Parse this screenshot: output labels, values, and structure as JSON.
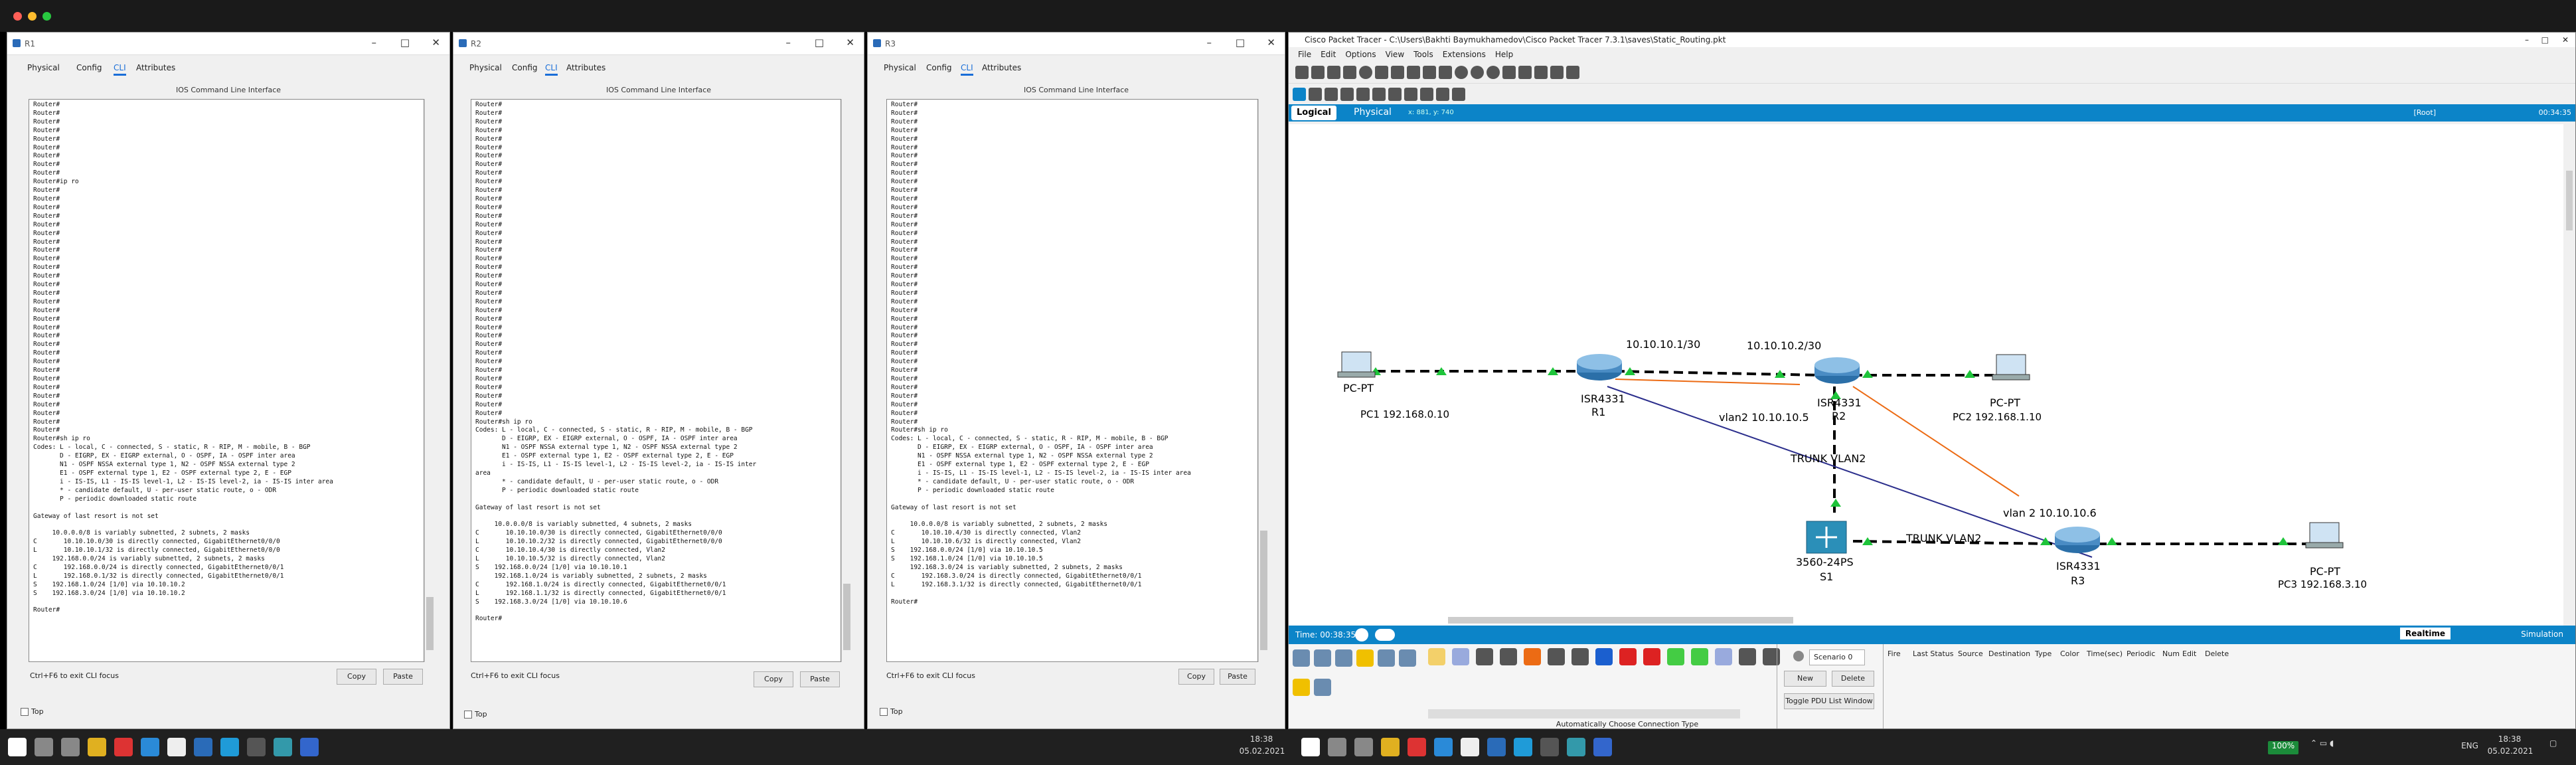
{
  "routers": [
    {
      "title": "R1",
      "tabs": [
        "Physical",
        "Config",
        "CLI",
        "Attributes"
      ],
      "cli_header": "IOS Command Line Interface",
      "cli_text": "Router#\nRouter#\nRouter#\nRouter#\nRouter#\nRouter#\nRouter#\nRouter#\nRouter#\nRouter#ip ro\nRouter#\nRouter#\nRouter#\nRouter#\nRouter#\nRouter#\nRouter#\nRouter#\nRouter#\nRouter#\nRouter#\nRouter#\nRouter#\nRouter#\nRouter#\nRouter#\nRouter#\nRouter#\nRouter#\nRouter#\nRouter#\nRouter#\nRouter#\nRouter#\nRouter#\nRouter#\nRouter#\nRouter#\nRouter#\nRouter#sh ip ro\nCodes: L - local, C - connected, S - static, R - RIP, M - mobile, B - BGP\n       D - EIGRP, EX - EIGRP external, O - OSPF, IA - OSPF inter area\n       N1 - OSPF NSSA external type 1, N2 - OSPF NSSA external type 2\n       E1 - OSPF external type 1, E2 - OSPF external type 2, E - EGP\n       i - IS-IS, L1 - IS-IS level-1, L2 - IS-IS level-2, ia - IS-IS inter area\n       * - candidate default, U - per-user static route, o - ODR\n       P - periodic downloaded static route\n\nGateway of last resort is not set\n\n     10.0.0.0/8 is variably subnetted, 2 subnets, 2 masks\nC       10.10.10.0/30 is directly connected, GigabitEthernet0/0/0\nL       10.10.10.1/32 is directly connected, GigabitEthernet0/0/0\n     192.168.0.0/24 is variably subnetted, 2 subnets, 2 masks\nC       192.168.0.0/24 is directly connected, GigabitEthernet0/0/1\nL       192.168.0.1/32 is directly connected, GigabitEthernet0/0/1\nS    192.168.1.0/24 [1/0] via 10.10.10.2\nS    192.168.3.0/24 [1/0] via 10.10.10.2\n\nRouter#",
      "hint": "Ctrl+F6 to exit CLI focus",
      "copy": "Copy",
      "paste": "Paste",
      "top": "Top"
    },
    {
      "title": "R2",
      "tabs": [
        "Physical",
        "Config",
        "CLI",
        "Attributes"
      ],
      "cli_header": "IOS Command Line Interface",
      "cli_text": "Router#\nRouter#\nRouter#\nRouter#\nRouter#\nRouter#\nRouter#\nRouter#\nRouter#\nRouter#\nRouter#\nRouter#\nRouter#\nRouter#\nRouter#\nRouter#\nRouter#\nRouter#\nRouter#\nRouter#\nRouter#\nRouter#\nRouter#\nRouter#\nRouter#\nRouter#\nRouter#\nRouter#\nRouter#\nRouter#\nRouter#\nRouter#\nRouter#\nRouter#\nRouter#\nRouter#\nRouter#\nRouter#sh ip ro\nCodes: L - local, C - connected, S - static, R - RIP, M - mobile, B - BGP\n       D - EIGRP, EX - EIGRP external, O - OSPF, IA - OSPF inter area\n       N1 - OSPF NSSA external type 1, N2 - OSPF NSSA external type 2\n       E1 - OSPF external type 1, E2 - OSPF external type 2, E - EGP\n       i - IS-IS, L1 - IS-IS level-1, L2 - IS-IS level-2, ia - IS-IS inter\narea\n       * - candidate default, U - per-user static route, o - ODR\n       P - periodic downloaded static route\n\nGateway of last resort is not set\n\n     10.0.0.0/8 is variably subnetted, 4 subnets, 2 masks\nC       10.10.10.0/30 is directly connected, GigabitEthernet0/0/0\nL       10.10.10.2/32 is directly connected, GigabitEthernet0/0/0\nC       10.10.10.4/30 is directly connected, Vlan2\nL       10.10.10.5/32 is directly connected, Vlan2\nS    192.168.0.0/24 [1/0] via 10.10.10.1\n     192.168.1.0/24 is variably subnetted, 2 subnets, 2 masks\nC       192.168.1.0/24 is directly connected, GigabitEthernet0/0/1\nL       192.168.1.1/32 is directly connected, GigabitEthernet0/0/1\nS    192.168.3.0/24 [1/0] via 10.10.10.6\n\nRouter#",
      "hint": "Ctrl+F6 to exit CLI focus",
      "copy": "Copy",
      "paste": "Paste",
      "top": "Top"
    },
    {
      "title": "R3",
      "tabs": [
        "Physical",
        "Config",
        "CLI",
        "Attributes"
      ],
      "cli_header": "IOS Command Line Interface",
      "cli_text": "Router#\nRouter#\nRouter#\nRouter#\nRouter#\nRouter#\nRouter#\nRouter#\nRouter#\nRouter#\nRouter#\nRouter#\nRouter#\nRouter#\nRouter#\nRouter#\nRouter#\nRouter#\nRouter#\nRouter#\nRouter#\nRouter#\nRouter#\nRouter#\nRouter#\nRouter#\nRouter#\nRouter#\nRouter#\nRouter#\nRouter#\nRouter#\nRouter#\nRouter#\nRouter#\nRouter#\nRouter#\nRouter#\nRouter#sh ip ro\nCodes: L - local, C - connected, S - static, R - RIP, M - mobile, B - BGP\n       D - EIGRP, EX - EIGRP external, O - OSPF, IA - OSPF inter area\n       N1 - OSPF NSSA external type 1, N2 - OSPF NSSA external type 2\n       E1 - OSPF external type 1, E2 - OSPF external type 2, E - EGP\n       i - IS-IS, L1 - IS-IS level-1, L2 - IS-IS level-2, ia - IS-IS inter area\n       * - candidate default, U - per-user static route, o - ODR\n       P - periodic downloaded static route\n\nGateway of last resort is not set\n\n     10.0.0.0/8 is variably subnetted, 2 subnets, 2 masks\nC       10.10.10.4/30 is directly connected, Vlan2\nL       10.10.10.6/32 is directly connected, Vlan2\nS    192.168.0.0/24 [1/0] via 10.10.10.5\nS    192.168.1.0/24 [1/0] via 10.10.10.5\n     192.168.3.0/24 is variably subnetted, 2 subnets, 2 masks\nC       192.168.3.0/24 is directly connected, GigabitEthernet0/0/1\nL       192.168.3.1/32 is directly connected, GigabitEthernet0/0/1\n\nRouter#",
      "hint": "Ctrl+F6 to exit CLI focus",
      "copy": "Copy",
      "paste": "Paste",
      "top": "Top"
    }
  ],
  "pt": {
    "title": "Cisco Packet Tracer - C:\\Users\\Bakhti Baymukhamedov\\Cisco Packet Tracer 7.3.1\\saves\\Static_Routing.pkt",
    "menu": [
      "File",
      "Edit",
      "Options",
      "View",
      "Tools",
      "Extensions",
      "Help"
    ],
    "logical": "Logical",
    "physical": "Physical",
    "coords": "x: 881, y: 740",
    "root": "[Root]",
    "clock": "00:34:35",
    "labels": {
      "pc1_type": "PC-PT",
      "pc1": "PC1 192.168.0.10",
      "r1_model": "ISR4331",
      "r1": "R1",
      "r2_model": "ISR4331",
      "r2": "R2",
      "pc2_type": "PC-PT",
      "pc2": "PC2 192.168.1.10",
      "ip_r1": "10.10.10.1/30",
      "ip_r2": "10.10.10.2/30",
      "vlan2_r2": "vlan2 10.10.10.5",
      "trunk1": "TRUNK VLAN2",
      "trunk2": "TRUNK VLAN2",
      "sw_model": "3560-24PS",
      "sw": "S1",
      "vlan2_r3": "vlan 2 10.10.10.6",
      "r3_model": "ISR4331",
      "r3": "R3",
      "pc3_type": "PC-PT",
      "pc3": "PC3 192.168.3.10"
    },
    "time": "Time: 00:38:35",
    "realtime": "Realtime",
    "simulation": "Simulation",
    "scenario": "Scenario 0",
    "new": "New",
    "delete": "Delete",
    "toggle": "Toggle PDU List Window",
    "pdu_cols": [
      "Fire",
      "Last Status",
      "Source",
      "Destination",
      "Type",
      "Color",
      "Time(sec)",
      "Periodic",
      "Num",
      "Edit",
      "Delete"
    ],
    "auto_conn": "Automatically Choose Connection Type"
  },
  "taskbar": {
    "clock_a": "18:38",
    "date_a": "05.02.2021",
    "clock_b": "18:38",
    "date_b": "05.02.2021",
    "battery": "100%",
    "lang": "ENG"
  }
}
